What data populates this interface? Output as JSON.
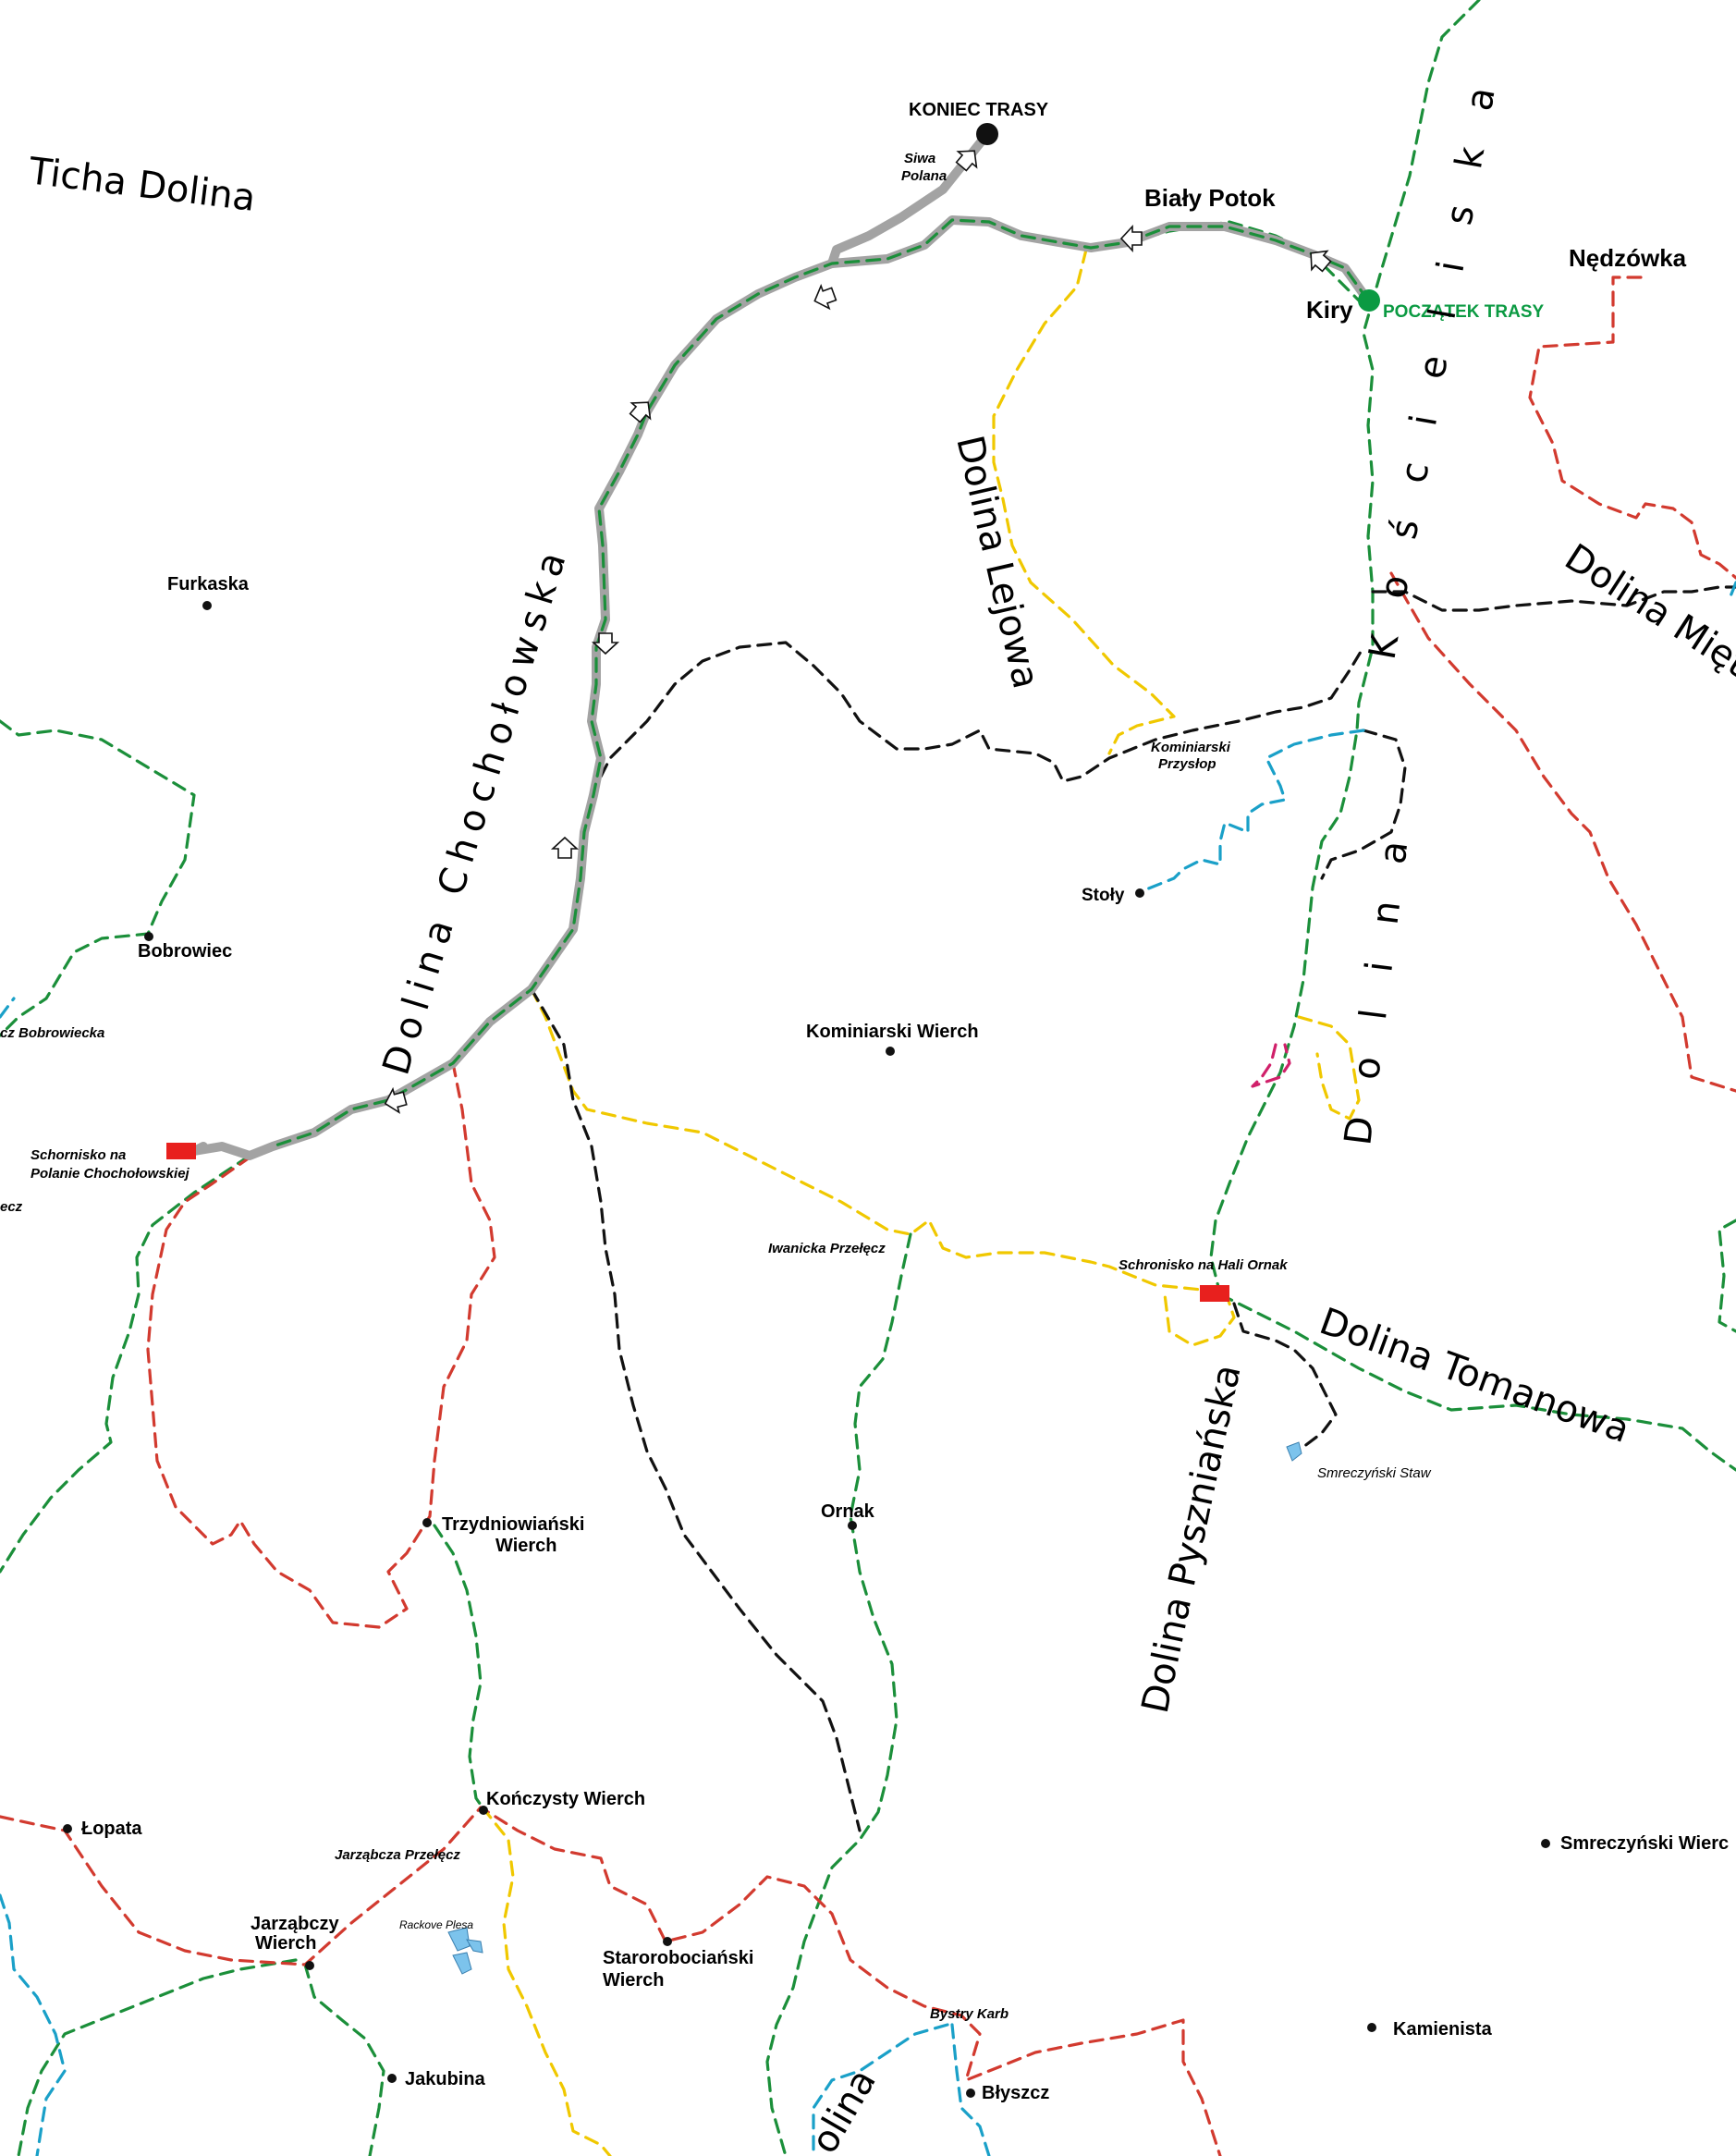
{
  "colors": {
    "route": "#a3a3a3",
    "green_trail": "#1b8f3a",
    "red_trail": "#d23a2f",
    "yellow_trail": "#f0c800",
    "black_trail": "#111111",
    "blue_trail": "#1aa0c8",
    "pink_trail": "#d0206a",
    "shelter": "#e8201e",
    "start_marker": "#0b9a42",
    "end_marker": "#111111",
    "lake": "#7cc3ec"
  },
  "route": {
    "start_label": "POCZĄTEK TRASY",
    "end_label": "KONIEC TRASY"
  },
  "valleys": {
    "ticha": "Ticha Dolina",
    "chocholowska": "Dolina   Chochołowska",
    "lejowa": "Dolina Lejowa",
    "koscieliska_top": "K o ś c i e l i s k a",
    "koscieliska_bottom": "D o l i n a",
    "mietusia": "Dolina Miętu",
    "tomanowa": "Dolina Tomanowa",
    "pyszniaska": "Dolina Pyszniańska",
    "bottom_partial": "olina"
  },
  "places": {
    "bialy_potok": "Biały Potok",
    "kiry": "Kiry",
    "nedzowka": "Nędzówka",
    "furkaska": "Furkaska",
    "bobrowiec": "Bobrowiec",
    "przelecz_bobrowiecka": "cz Bobrowiecka",
    "schornisko_line1": "Schornisko na",
    "schornisko_line2": "Polanie Chochołowskiej",
    "ecz": "ecz",
    "siwa_line1": "Siwa",
    "siwa_line2": "Polana",
    "kominiarski_przyslop_line1": "Kominiarski",
    "kominiarski_przyslop_line2": "Przysłop",
    "stoly": "Stoły",
    "kominiarski_wierch": "Kominiarski Wierch",
    "iwanicka": "Iwanicka Przełęcz",
    "schronisko_ornak": "Schronisko na Hali Ornak",
    "smreczynski_staw": "Smreczyński Staw",
    "trzydniowianski_line1": "Trzydniowiański",
    "trzydniowianski_line2": "Wierch",
    "ornak": "Ornak",
    "konczysty": "Kończysty Wierch",
    "lopata": "Łopata",
    "jarzabcza_przelecz": "Jarząbcza Przełęcz",
    "jarzabczy_line1": "Jarząbczy",
    "jarzabczy_line2": "Wierch",
    "rackowe_plesa": "Rackove Plesa",
    "starorobocianski_line1": "Starorobociański",
    "starorobocianski_line2": "Wierch",
    "smreczynski_wierch": "Smreczyński Wierc",
    "bystry_karb": "Bystry Karb",
    "kamienista": "Kamienista",
    "jakubina": "Jakubina",
    "blyszcz": "Błyszcz"
  },
  "icons": [
    "shelter-icon",
    "lake-icon",
    "route-arrow-icon",
    "summit-dot-icon",
    "start-marker-icon",
    "end-marker-icon"
  ]
}
